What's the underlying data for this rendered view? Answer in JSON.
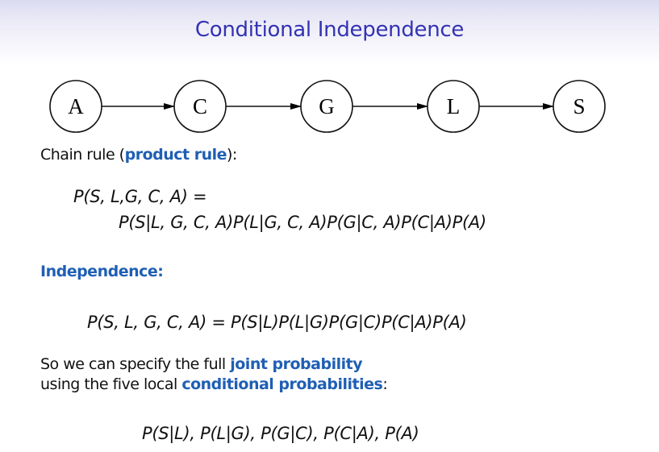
{
  "slide": {
    "title": "Conditional Independence"
  },
  "graph": {
    "nodes": [
      "A",
      "C",
      "G",
      "L",
      "S"
    ],
    "edges": [
      [
        "A",
        "C"
      ],
      [
        "C",
        "G"
      ],
      [
        "G",
        "L"
      ],
      [
        "L",
        "S"
      ]
    ]
  },
  "chain_rule": {
    "prefix": "Chain rule (",
    "highlight": "product rule",
    "suffix": "):",
    "lhs": "P(S, L,G, C, A) =",
    "rhs": "P(S|L, G, C, A)P(L|G, C, A)P(G|C, A)P(C|A)P(A)"
  },
  "independence": {
    "heading": "Independence:",
    "equation": "P(S, L, G, C, A) = P(S|L)P(L|G)P(G|C)P(C|A)P(A)"
  },
  "summary": {
    "line1_prefix": "So we can specify the full ",
    "line1_highlight": "joint probability",
    "line2_prefix": "using the five local ",
    "line2_highlight": "conditional probabilities",
    "line2_suffix": ":",
    "list": "P(S|L), P(L|G), P(G|C), P(C|A), P(A)"
  },
  "colors": {
    "title": "#3333b3",
    "highlight": "#1f5fb4"
  }
}
